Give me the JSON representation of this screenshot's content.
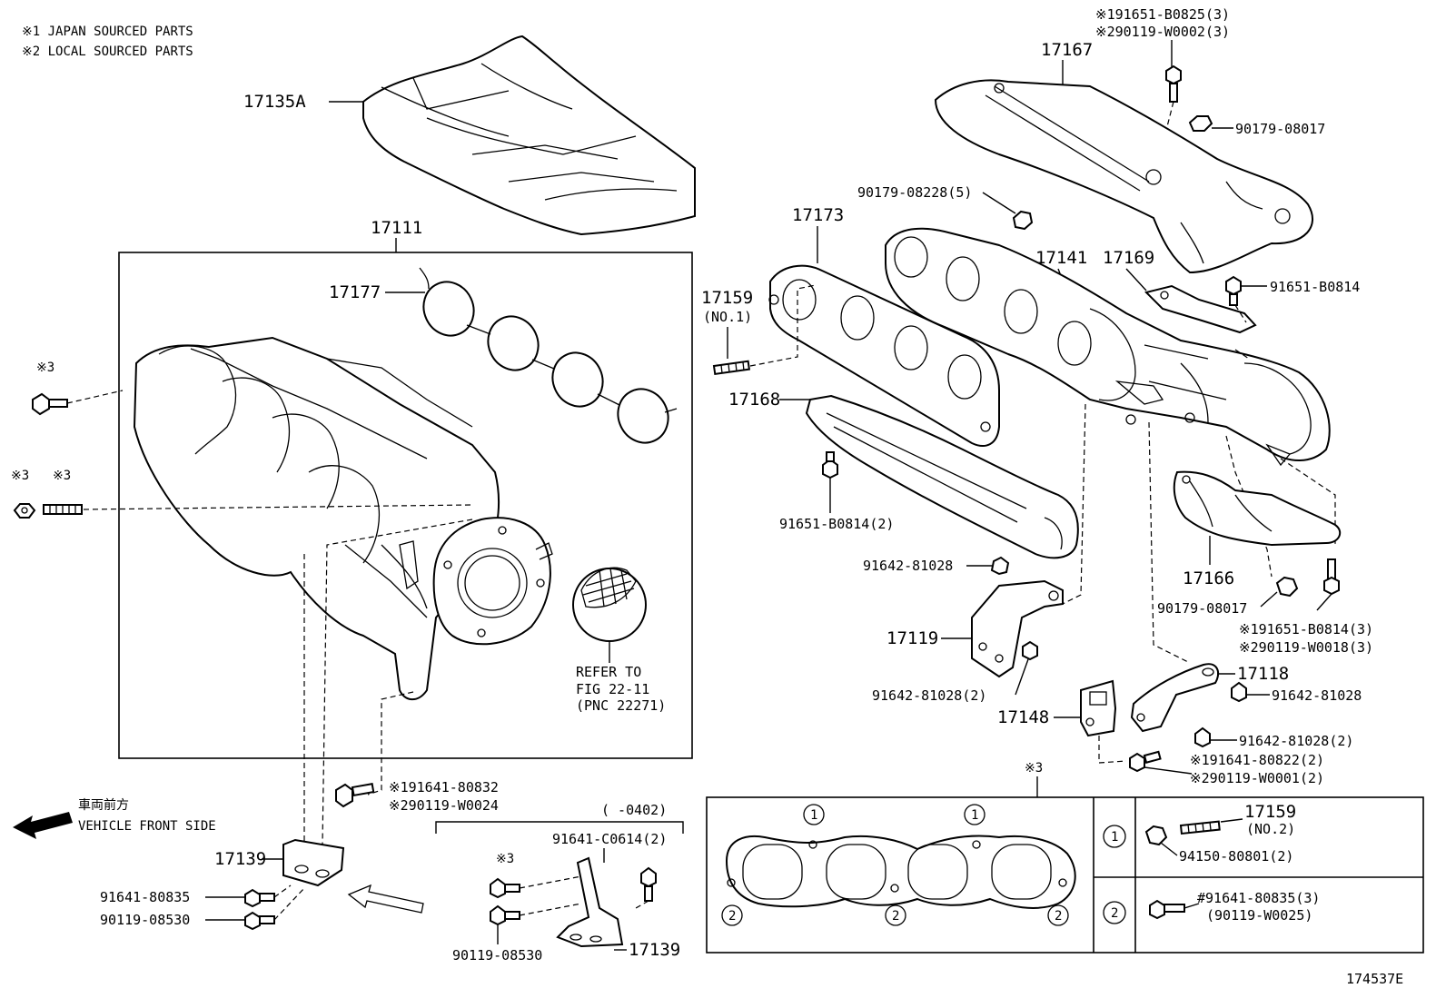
{
  "notes": {
    "japan": "※1 JAPAN SOURCED PARTS",
    "local": "※2 LOCAL SOURCED PARTS"
  },
  "labels": {
    "p17135A": "17135A",
    "p17111": "17111",
    "p17177": "17177",
    "m3a": "※3",
    "m3b": "※3",
    "m3c": "※3",
    "refer1": "REFER TO",
    "refer2": "FIG 22-11",
    "refer3": "(PNC 22271)",
    "bolt_a1": "※191641-80832",
    "bolt_a2": "※290119-W0024",
    "front_jp": "車両前方",
    "front_en": "VEHICLE FRONT SIDE",
    "p17139a": "17139",
    "p91641_80835": "91641-80835",
    "p90119_08530a": "90119-08530",
    "date_range": "(      -0402)",
    "p91641_C0614": "91641-C0614(2)",
    "m3d": "※3",
    "p90119_08530b": "90119-08530",
    "p17139b": "17139",
    "top_bolt1": "※191651-B0825(3)",
    "top_bolt2": "※290119-W0002(3)",
    "p17167": "17167",
    "p90179_08017a": "90179-08017",
    "p90179_08228": "90179-08228(5)",
    "p17173": "17173",
    "p17141": "17141",
    "p17169": "17169",
    "p91651_B0814": "91651-B0814",
    "p17159": "17159",
    "no1": "(NO.1)",
    "p17168": "17168",
    "p91651_B0814_2": "91651-B0814(2)",
    "p91642_81028a": "91642-81028",
    "p17166": "17166",
    "p90179_08017b": "90179-08017",
    "bolt_b1": "※191651-B0814(3)",
    "bolt_b2": "※290119-W0018(3)",
    "p17119": "17119",
    "p17118": "17118",
    "p91642_81028_2a": "91642-81028(2)",
    "p91642_81028b": "91642-81028",
    "p17148": "17148",
    "p91642_81028_2b": "91642-81028(2)",
    "bolt_c1": "※191641-80822(2)",
    "bolt_c2": "※290119-W0001(2)",
    "m3e": "※3",
    "c1a": "1",
    "c1b": "1",
    "c2a": "2",
    "c2b": "2",
    "c2c": "2",
    "k1": "1",
    "k2": "2",
    "p17159b": "17159",
    "no2": "(NO.2)",
    "p94150": "94150-80801(2)",
    "p91641_80835_3": "#91641-80835(3)",
    "p90119_W0025": "(90119-W0025)",
    "fig_id": "174537E"
  }
}
